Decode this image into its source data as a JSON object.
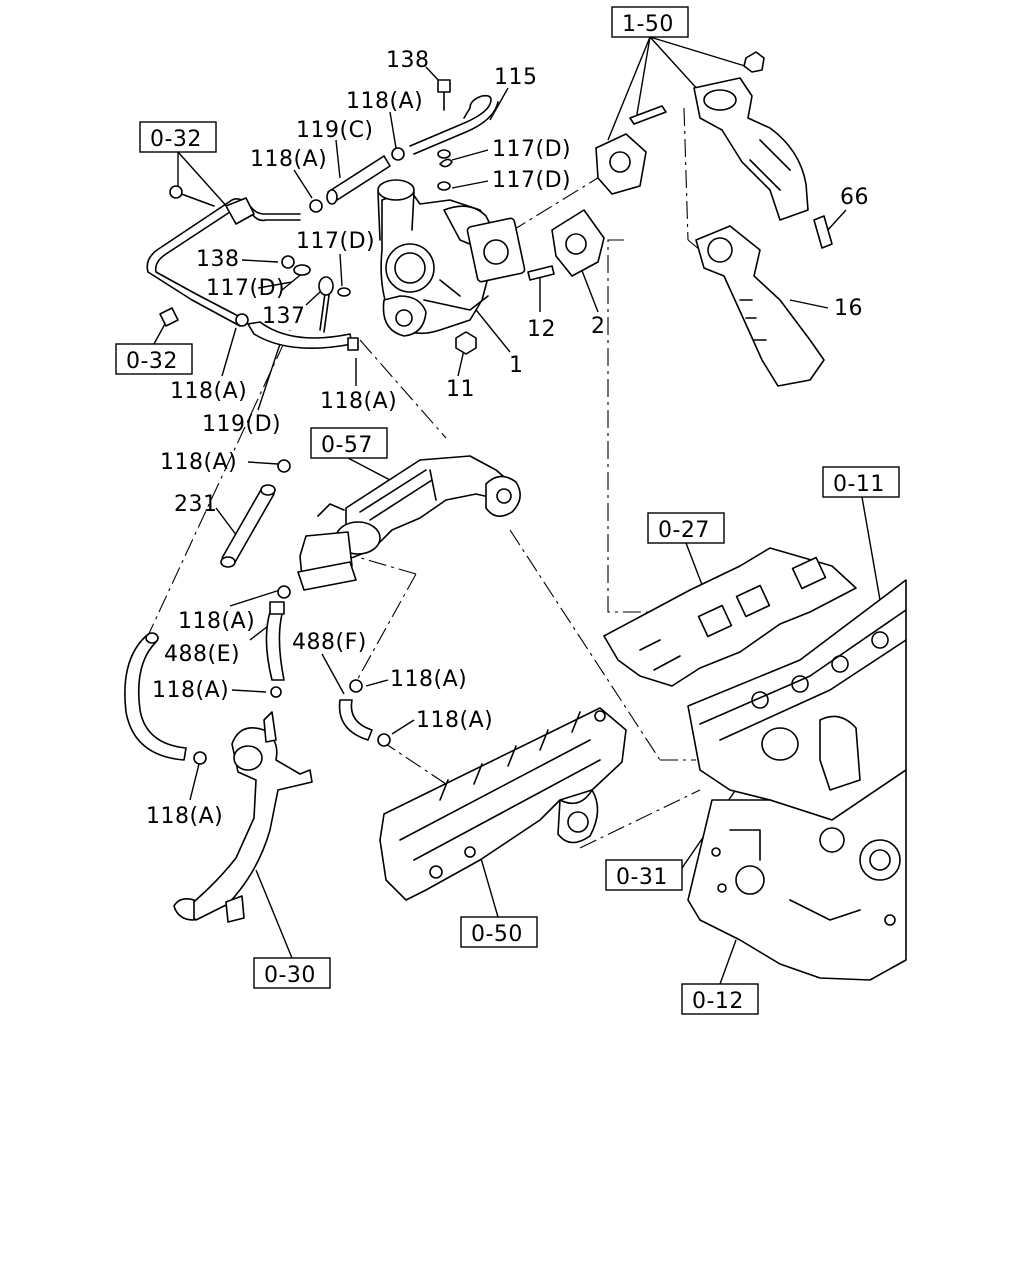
{
  "callouts": {
    "p138_top": "138",
    "p115": "115",
    "p118A_1": "118(A)",
    "p119C": "119(C)",
    "p117D_1": "117(D)",
    "p118A_2": "118(A)",
    "p117D_2": "117(D)",
    "p117D_3": "117(D)",
    "p138_mid": "138",
    "p117D_4": "117(D)",
    "p137": "137",
    "p66": "66",
    "p16": "16",
    "p12": "12",
    "p2": "2",
    "p1": "1",
    "p11": "11",
    "p118A_3": "118(A)",
    "p119D": "119(D)",
    "p118A_4": "118(A)",
    "p118A_5": "118(A)",
    "p231": "231",
    "p118A_6": "118(A)",
    "p488E": "488(E)",
    "p488F": "488(F)",
    "p118A_7": "118(A)",
    "p118A_8": "118(A)",
    "p118A_9": "118(A)",
    "p118A_10": "118(A)"
  },
  "refs": {
    "r1_50": "1-50",
    "r0_32_top": "0-32",
    "r0_32_bot": "0-32",
    "r0_57": "0-57",
    "r0_27": "0-27",
    "r0_11": "0-11",
    "r0_31": "0-31",
    "r0_50": "0-50",
    "r0_30": "0-30",
    "r0_12": "0-12"
  }
}
